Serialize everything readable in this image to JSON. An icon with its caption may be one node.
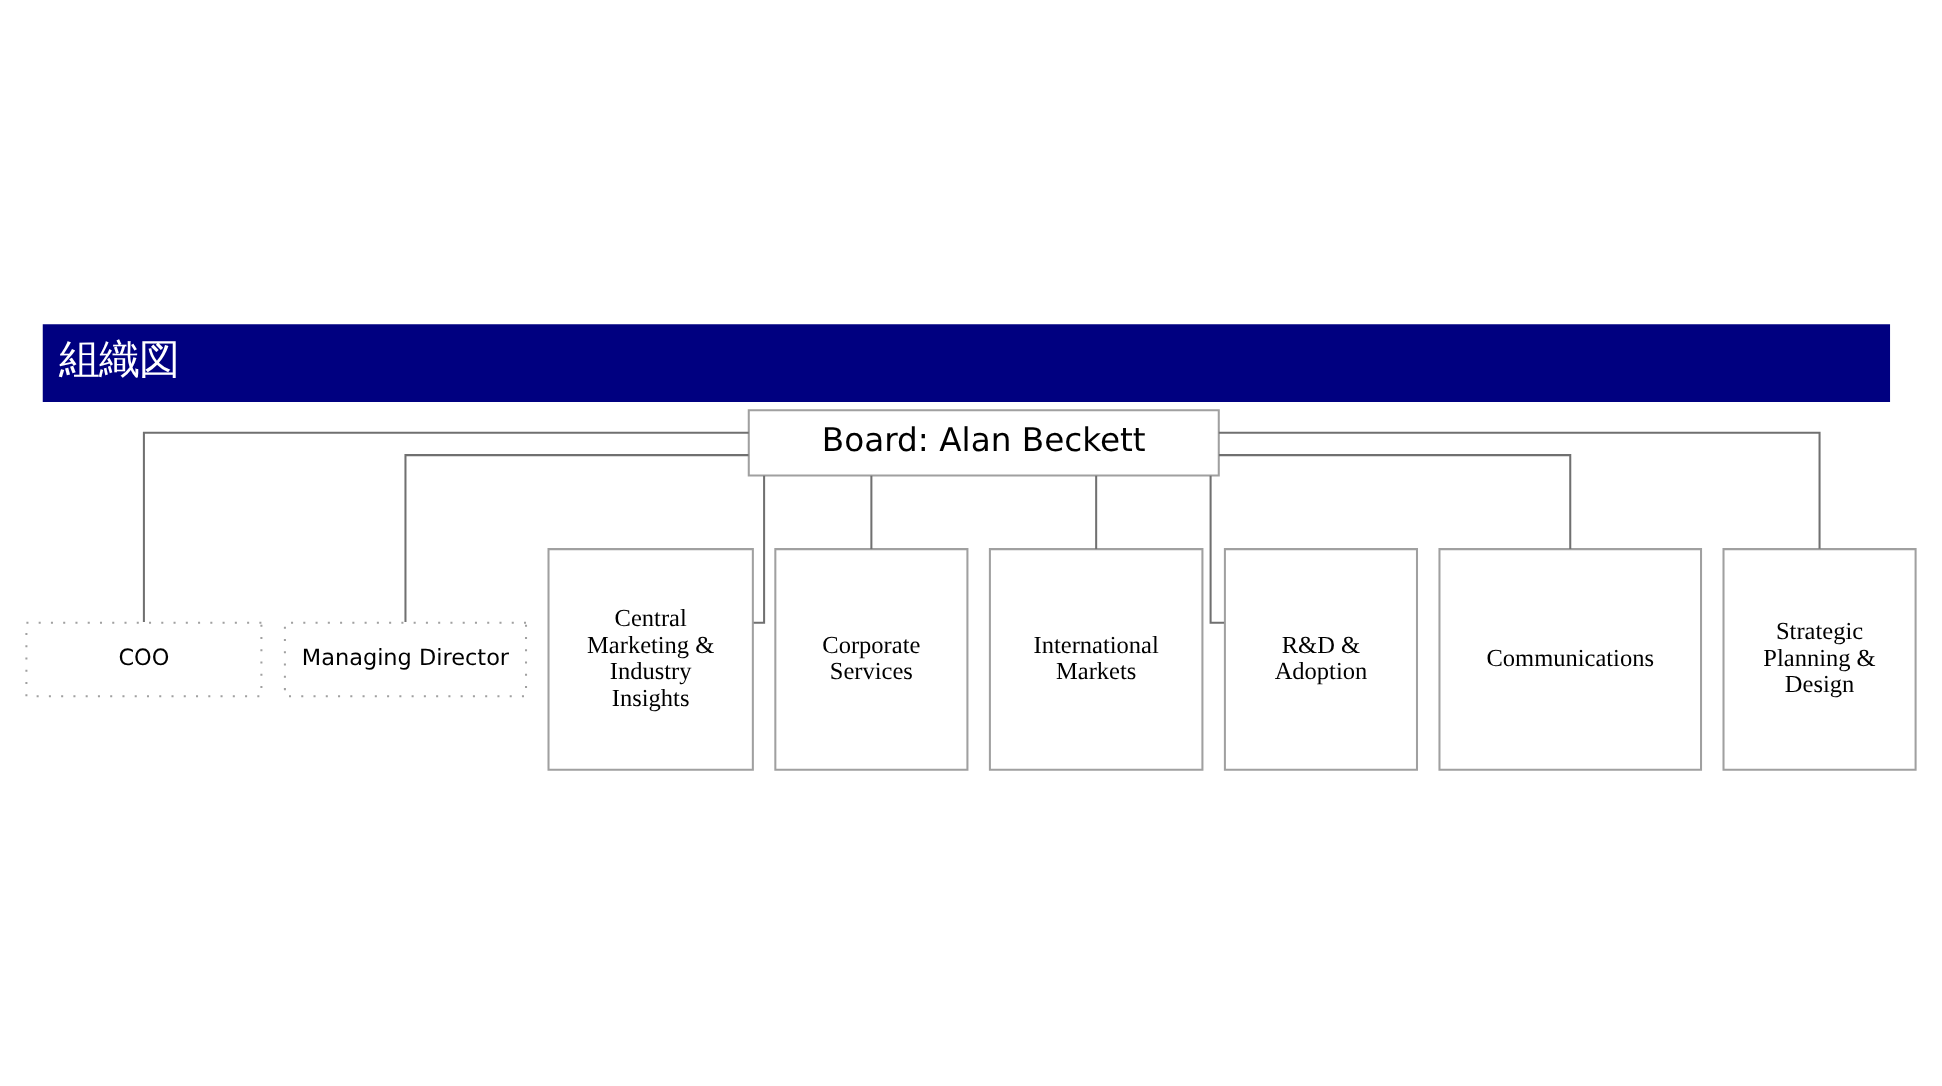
{
  "diagram": {
    "title": "組織図",
    "nodes": [
      {
        "text": [
          "Board: Alan Beckett"
        ]
      },
      {
        "text": [
          "COO"
        ]
      },
      {
        "text": [
          "Managing Director"
        ]
      },
      {
        "text": [
          "Central Marketing & Industry Insights"
        ]
      },
      {
        "text": [
          "Corporate Services"
        ]
      },
      {
        "text": [
          "International Markets"
        ]
      },
      {
        "text": [
          "R&D & Adoption"
        ]
      },
      {
        "text": [
          "Communications"
        ]
      },
      {
        "text": [
          "Strategic Planning & Design"
        ]
      }
    ],
    "edges": [
      {
        "from": 0,
        "to": 1,
        "arrow": "none"
      },
      {
        "from": 0,
        "to": 2,
        "arrow": "none"
      },
      {
        "from": 0,
        "to": 3,
        "arrow": "none"
      },
      {
        "from": 0,
        "to": 4,
        "arrow": "none"
      },
      {
        "from": 0,
        "to": 5,
        "arrow": "none"
      },
      {
        "from": 0,
        "to": 6,
        "arrow": "none"
      },
      {
        "from": 0,
        "to": 7,
        "arrow": "none"
      },
      {
        "from": 0,
        "to": 8,
        "arrow": "none"
      }
    ]
  }
}
